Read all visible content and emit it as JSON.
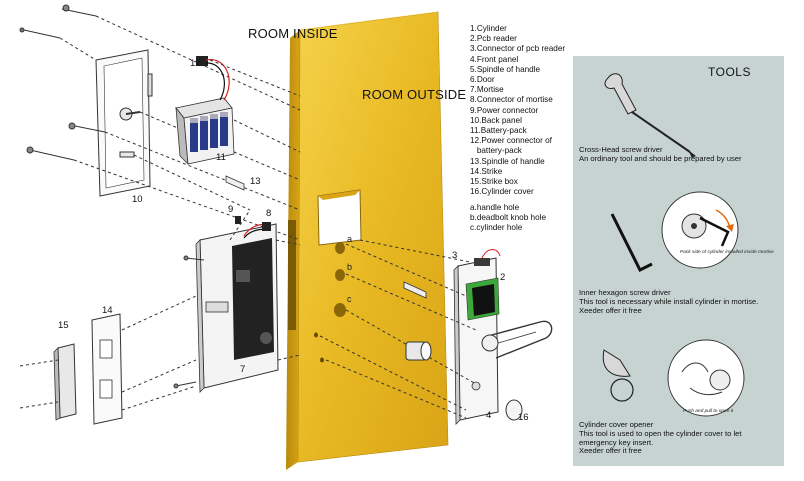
{
  "headings": {
    "room_inside": "ROOM INSIDE",
    "room_outside": "ROOM OUTSIDE"
  },
  "legend": [
    "1.Cylinder",
    "2.Pcb reader",
    "3.Connector of pcb reader",
    "4.Front panel",
    "5.Spindle of handle",
    "6.Door",
    "7.Mortise",
    "8.Connector of mortise",
    "9.Power connector",
    "10.Back panel",
    "11.Battery-pack",
    "12.Power connector of",
    "   battery-pack",
    "13.Spindle of handle",
    "14.Strike",
    "15.Strike box",
    "16.Cylinder cover"
  ],
  "holes": [
    "a.handle hole",
    "b.deadbolt knob hole",
    "c.cylinder hole"
  ],
  "callouts": {
    "n2": "2",
    "n3": "3",
    "n4": "4",
    "n7": "7",
    "n8": "8",
    "n9": "9",
    "n10": "10",
    "n11": "11",
    "n12": "12",
    "n13": "13",
    "n14": "14",
    "n15": "15",
    "n16": "16"
  },
  "hole_letters": {
    "a": "a",
    "b": "b",
    "c": "c"
  },
  "tools": {
    "title": "TOOLS",
    "screwdriver": {
      "line1": "Cross-Head screw driver",
      "line2": "An ordinary tool and should be prepared by user"
    },
    "hex": {
      "line1": "Inner hexagon screw driver",
      "line2": "This tool is necessary while install cylinder in mortise.",
      "line3": "Xeeder offer it free",
      "note": "Pack side of cylinder installed inside mortise"
    },
    "opener": {
      "line1": "Cylinder cover opener",
      "line2": "This tool is used to open the cylinder cover to let",
      "line3": "emergency key insert.",
      "line4": "Xeeder offer it free",
      "note": "Push and pull to open it"
    }
  },
  "colors": {
    "door_gold": "#e8b923",
    "door_shadow": "#c8950e",
    "tools_panel": "#c6d3d1",
    "wire_red": "#d42020",
    "pcb_green": "#3ca83c",
    "orange_arrow": "#e06a10"
  }
}
